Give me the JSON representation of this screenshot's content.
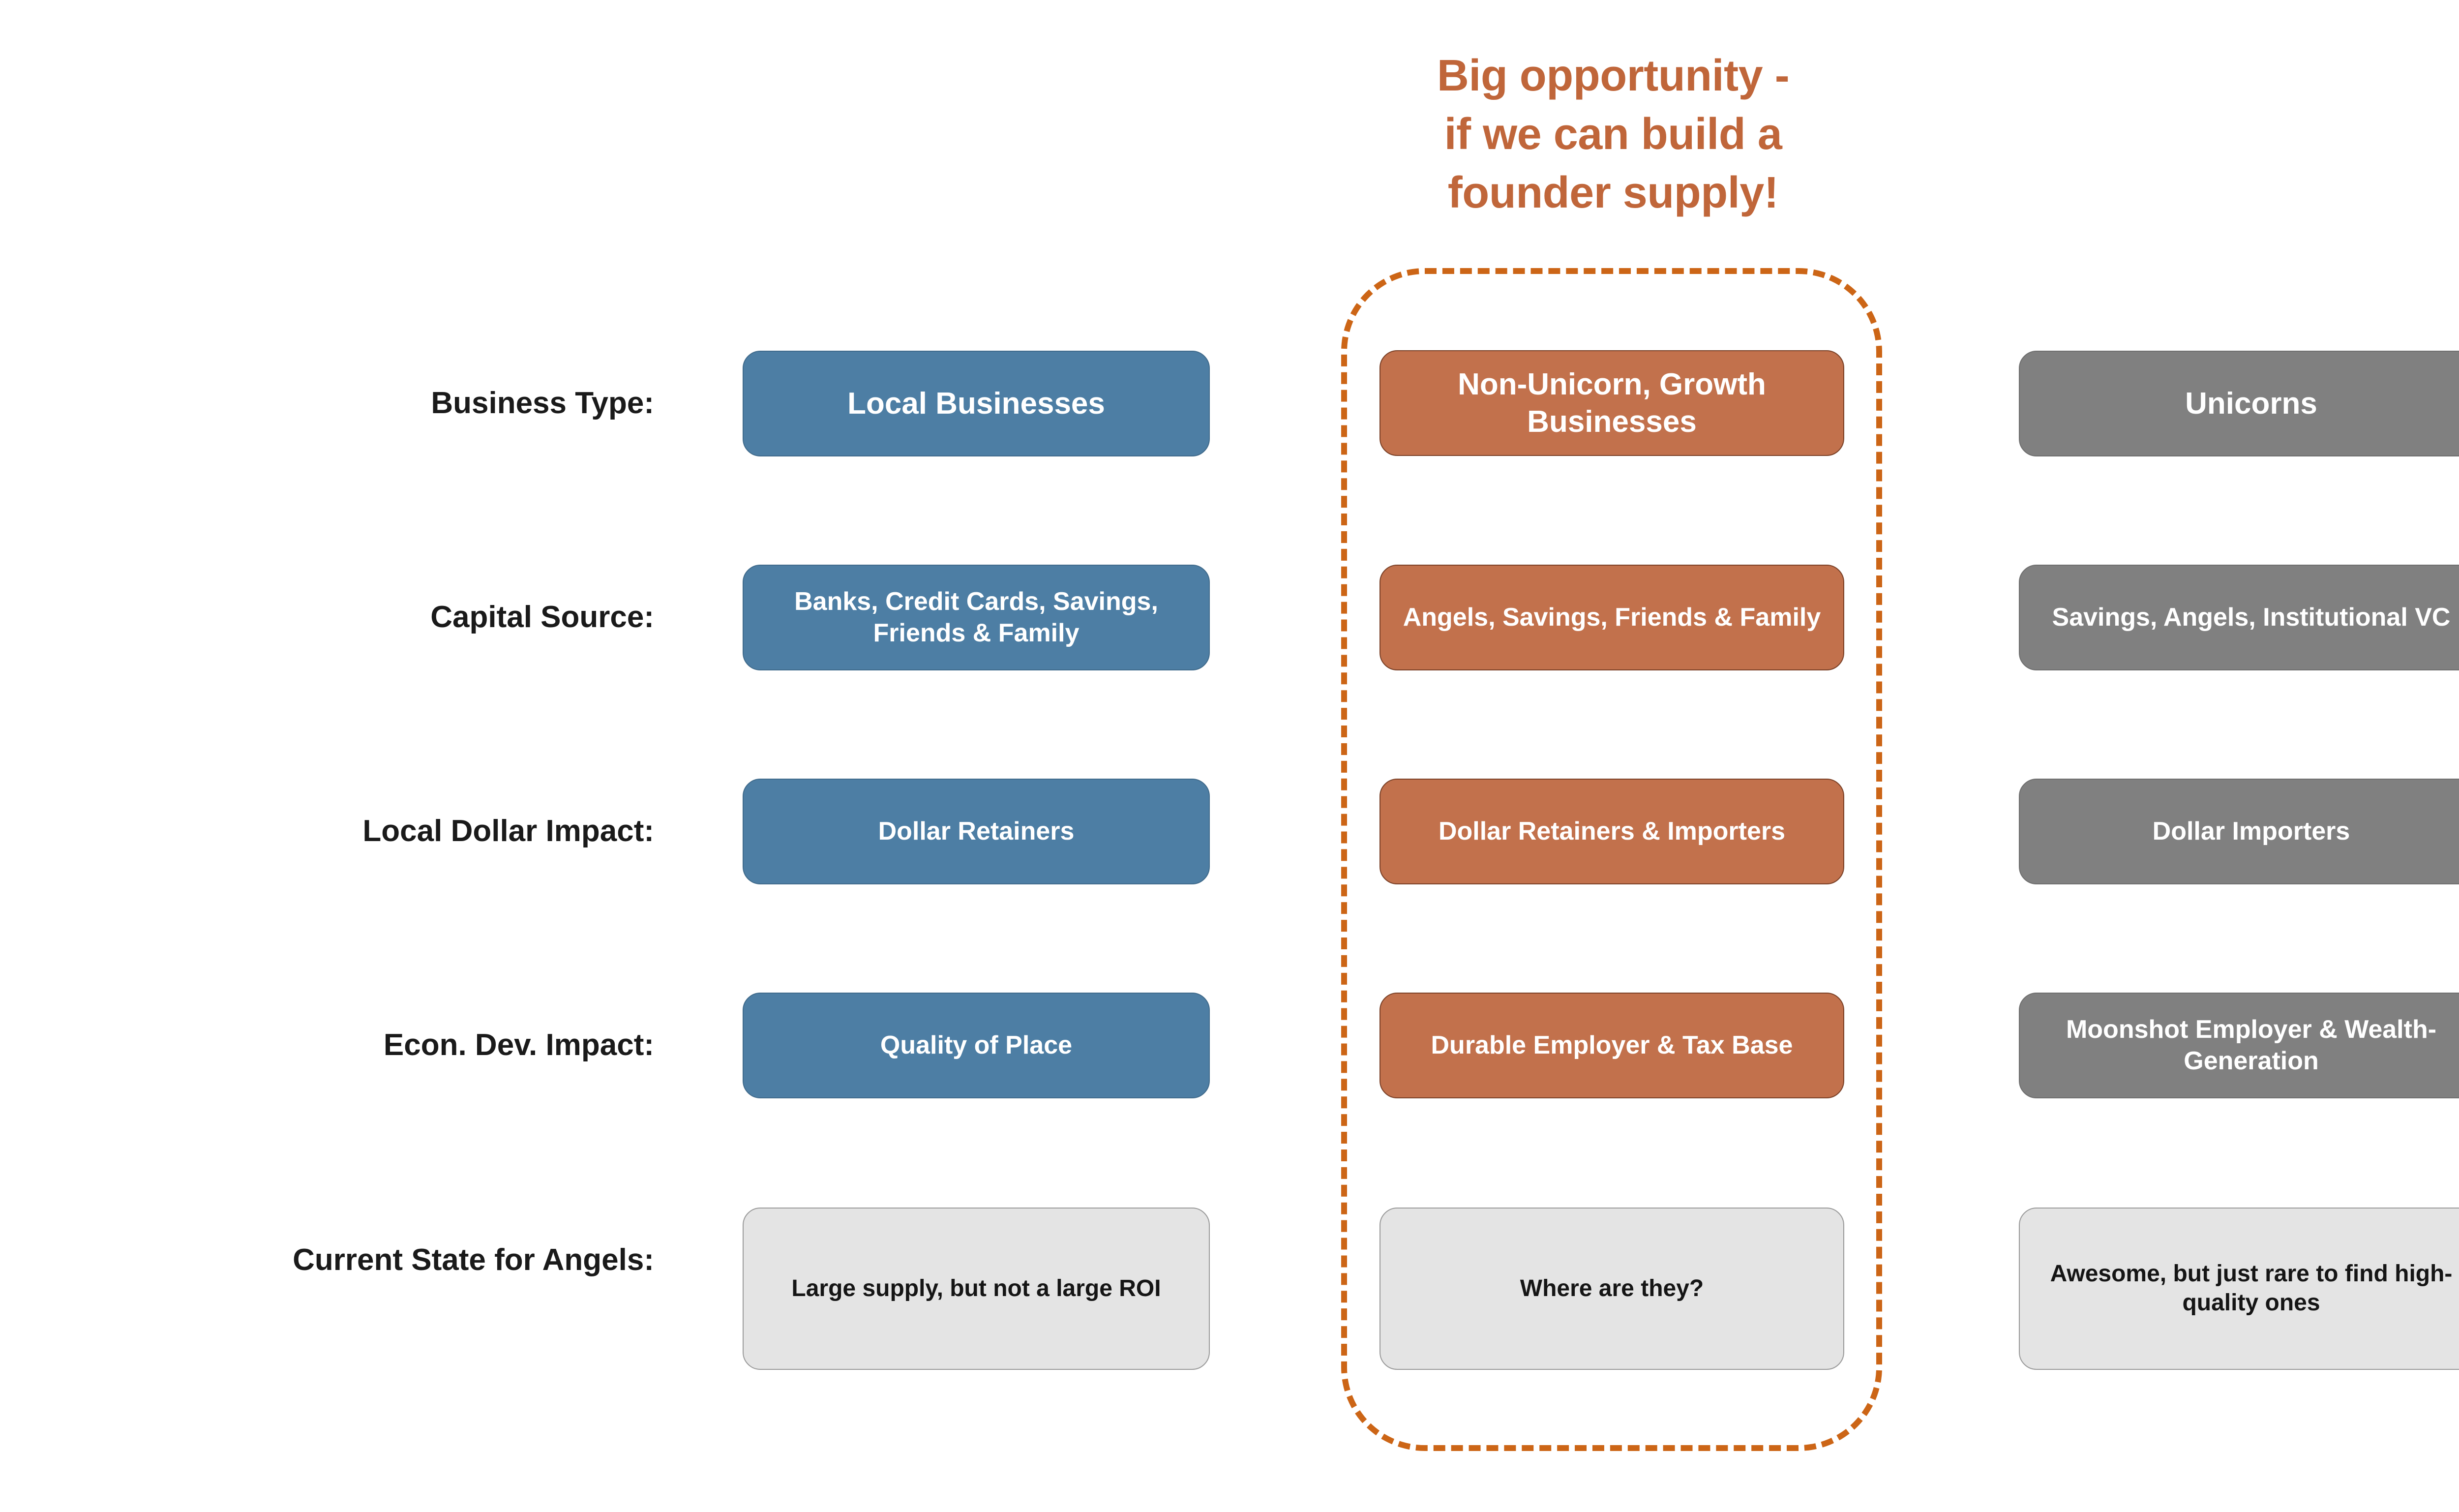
{
  "headline": {
    "lines": [
      "Big opportunity -",
      "if we can build a",
      "founder supply!"
    ],
    "color": "#C0663A"
  },
  "colors": {
    "blue": "#4D7EA4",
    "orange": "#C2714C",
    "gray": "#808080",
    "light_gray": "#E4E4E4",
    "dashed_outline": "#CC6516",
    "headline": "#C0663A",
    "label_text": "#1A1A1A",
    "card_text_light": "#FFFFFF",
    "card_text_dark": "#151515",
    "background": "#FFFFFF"
  },
  "row_labels": [
    "Business Type:",
    "Capital Source:",
    "Local Dollar Impact:",
    "Econ. Dev. Impact:",
    "Current State for Angels:"
  ],
  "columns": [
    {
      "key": "local-businesses",
      "style": "blue",
      "cells": [
        "Local Businesses",
        "Banks, Credit Cards, Savings, Friends & Family",
        "Dollar Retainers",
        "Quality of Place",
        "Large supply, but not a large ROI"
      ]
    },
    {
      "key": "non-unicorn-growth-businesses",
      "style": "orange",
      "highlighted": true,
      "cells": [
        "Non-Unicorn, Growth Businesses",
        "Angels, Savings, Friends & Family",
        "Dollar Retainers & Importers",
        "Durable Employer & Tax Base",
        "Where are they?"
      ]
    },
    {
      "key": "unicorns",
      "style": "gray",
      "cells": [
        "Unicorns",
        "Savings, Angels, Institutional VC",
        "Dollar Importers",
        "Moonshot Employer & Wealth-Generation",
        "Awesome, but just rare to find high-quality ones"
      ]
    }
  ]
}
